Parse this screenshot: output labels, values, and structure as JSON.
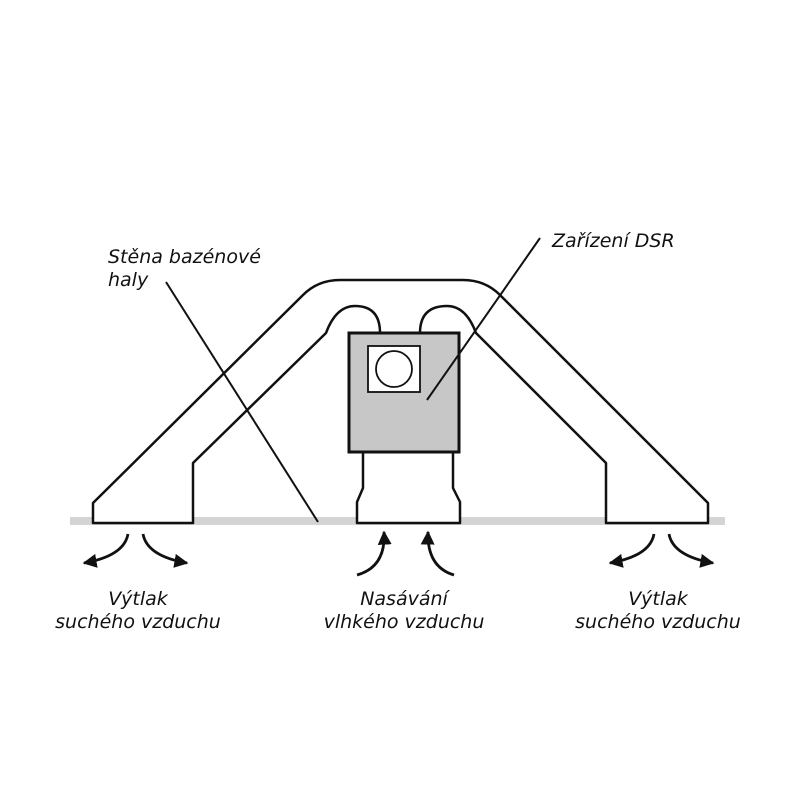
{
  "labels": {
    "wall": [
      "Stěna bazénové",
      "haly"
    ],
    "device": "Zařízení DSR",
    "outlet_left": [
      "Výtlak",
      "suchého vzduchu"
    ],
    "intake": [
      "Nasávání",
      "vlhkého vzduchu"
    ],
    "outlet_right": [
      "Výtlak",
      "suchého vzduchu"
    ]
  },
  "colors": {
    "stroke": "#111111",
    "device_fill": "#c7c7c7",
    "floor": "#d4d4d4",
    "background": "#ffffff"
  }
}
